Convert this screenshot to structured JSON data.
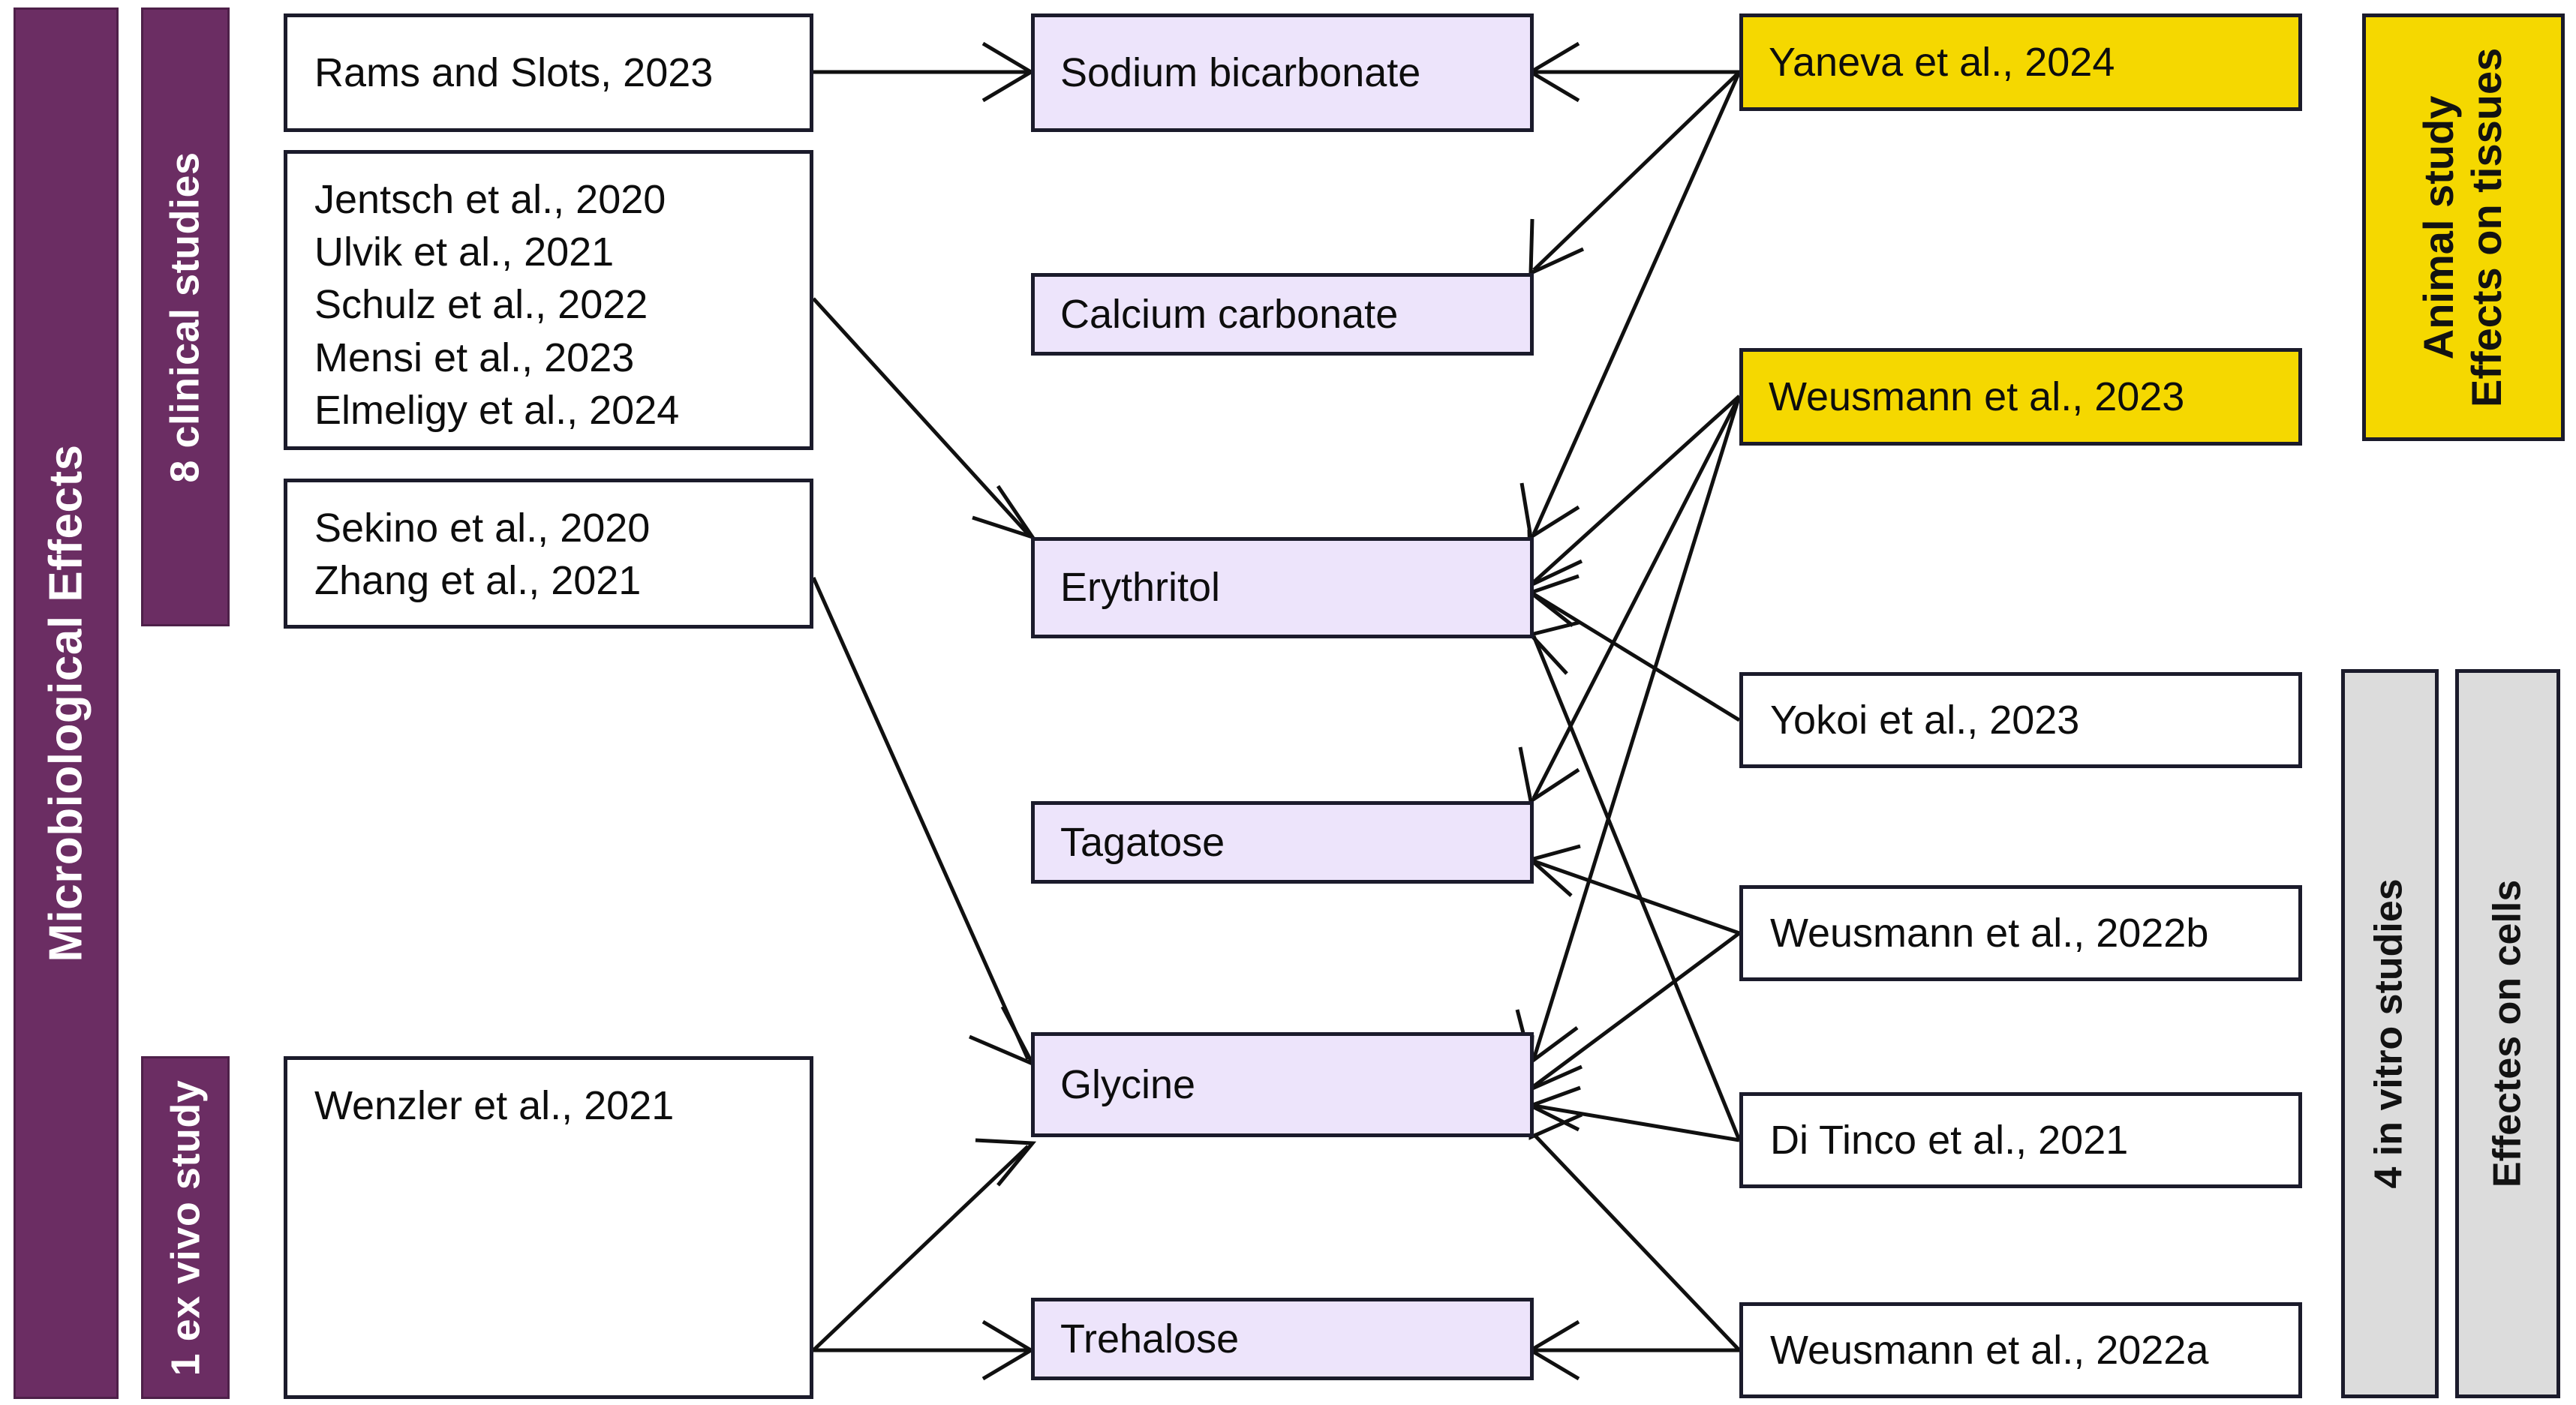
{
  "diagram": {
    "type": "flow-network",
    "title_present": false,
    "left_categories": [
      {
        "id": "microbiological-effects",
        "label": "Microbiological Effects",
        "color": "#6B2D63",
        "text_color": "#FFFFFF"
      },
      {
        "id": "clinical-studies",
        "label": "8 clinical studies",
        "color": "#6B2D63",
        "text_color": "#FFFFFF"
      },
      {
        "id": "ex-vivo-study",
        "label": "1 ex vivo study",
        "color": "#6B2D63",
        "text_color": "#FFFFFF"
      }
    ],
    "right_categories": [
      {
        "id": "animal-study",
        "line1": "Animal study",
        "line2": "Effects on tissues",
        "color": "#F5D800",
        "text_color": "#121212"
      },
      {
        "id": "in-vitro-studies",
        "line1": "4 in vitro studies",
        "line2": "",
        "color": "#DCDCDC",
        "text_color": "#121212"
      },
      {
        "id": "effects-on-cells",
        "line1": "Effectes on cells",
        "line2": "",
        "color": "#DCDCDC",
        "text_color": "#121212"
      }
    ],
    "left_studies": [
      {
        "id": "rams-slots-2023",
        "lines": "Rams and Slots, 2023"
      },
      {
        "id": "clinical-group",
        "lines": "Jentsch et al., 2020\nUlvik et al., 2021\nSchulz et al., 2022\nMensi et al., 2023\nElmeligy et al., 2024"
      },
      {
        "id": "sekino-zhang",
        "lines": "Sekino et al., 2020\nZhang et al., 2021"
      },
      {
        "id": "wenzler-2021",
        "lines": "Wenzler et al., 2021"
      }
    ],
    "powders": [
      {
        "id": "sodium-bicarbonate",
        "label": "Sodium bicarbonate",
        "color": "#EDE4FB"
      },
      {
        "id": "calcium-carbonate",
        "label": "Calcium carbonate",
        "color": "#EDE4FB"
      },
      {
        "id": "erythritol",
        "label": "Erythritol",
        "color": "#EDE4FB"
      },
      {
        "id": "tagatose",
        "label": "Tagatose",
        "color": "#EDE4FB"
      },
      {
        "id": "glycine",
        "label": "Glycine",
        "color": "#EDE4FB"
      },
      {
        "id": "trehalose",
        "label": "Trehalose",
        "color": "#EDE4FB"
      }
    ],
    "right_studies": [
      {
        "id": "yaneva-2024",
        "label": "Yaneva et al., 2024",
        "color": "#F5D800"
      },
      {
        "id": "weusmann-2023",
        "label": "Weusmann et al., 2023",
        "color": "#F5D800"
      },
      {
        "id": "yokoi-2023",
        "label": "Yokoi et al., 2023",
        "color": "#FFFFFF"
      },
      {
        "id": "weusmann-2022b",
        "label": "Weusmann et al., 2022b",
        "color": "#FFFFFF"
      },
      {
        "id": "di-tinco-2021",
        "label": "Di Tinco et al., 2021",
        "color": "#FFFFFF"
      },
      {
        "id": "weusmann-2022a",
        "label": "Weusmann et al., 2022a",
        "color": "#FFFFFF"
      }
    ],
    "edges": [
      {
        "from": "rams-slots-2023",
        "to": "sodium-bicarbonate"
      },
      {
        "from": "clinical-group",
        "to": "erythritol"
      },
      {
        "from": "sekino-zhang",
        "to": "glycine"
      },
      {
        "from": "wenzler-2021",
        "to": "glycine"
      },
      {
        "from": "wenzler-2021",
        "to": "trehalose"
      },
      {
        "from": "yaneva-2024",
        "to": "sodium-bicarbonate"
      },
      {
        "from": "yaneva-2024",
        "to": "calcium-carbonate"
      },
      {
        "from": "yaneva-2024",
        "to": "erythritol"
      },
      {
        "from": "weusmann-2023",
        "to": "erythritol"
      },
      {
        "from": "weusmann-2023",
        "to": "tagatose"
      },
      {
        "from": "weusmann-2023",
        "to": "glycine"
      },
      {
        "from": "yokoi-2023",
        "to": "erythritol"
      },
      {
        "from": "weusmann-2022b",
        "to": "tagatose"
      },
      {
        "from": "weusmann-2022b",
        "to": "glycine"
      },
      {
        "from": "di-tinco-2021",
        "to": "erythritol"
      },
      {
        "from": "di-tinco-2021",
        "to": "glycine"
      },
      {
        "from": "weusmann-2022a",
        "to": "trehalose"
      },
      {
        "from": "weusmann-2022a",
        "to": "glycine"
      }
    ]
  }
}
